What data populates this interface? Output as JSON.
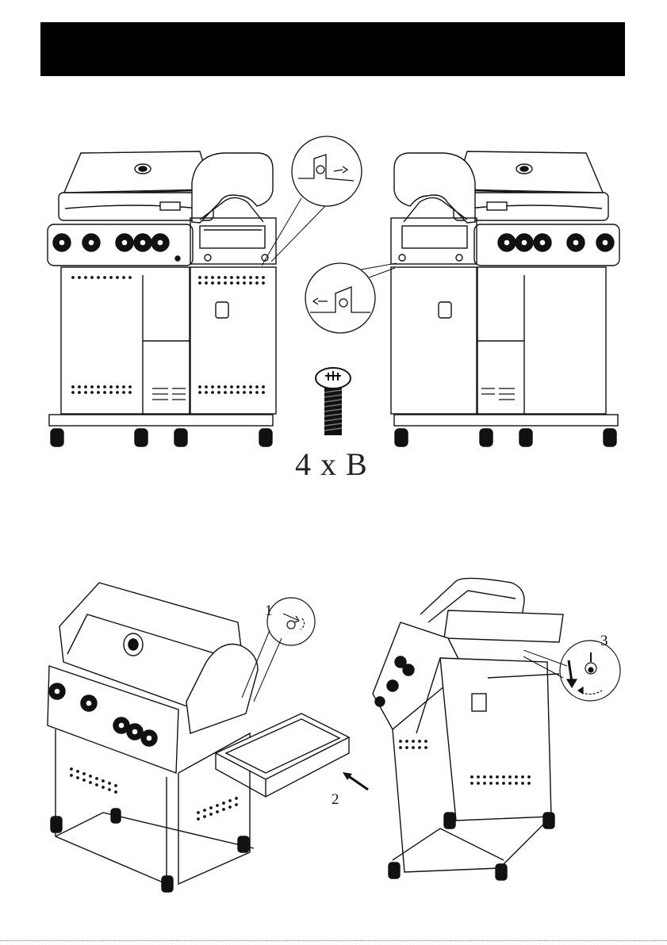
{
  "header": {
    "title": ""
  },
  "hardware": {
    "screw_label": "4 x B",
    "screw_icon": "screw-icon"
  },
  "steps": {
    "step1": "1",
    "step2": "2",
    "step3": "3"
  },
  "colors": {
    "line": "#111111",
    "header": "#000000",
    "background": "#ffffff"
  }
}
